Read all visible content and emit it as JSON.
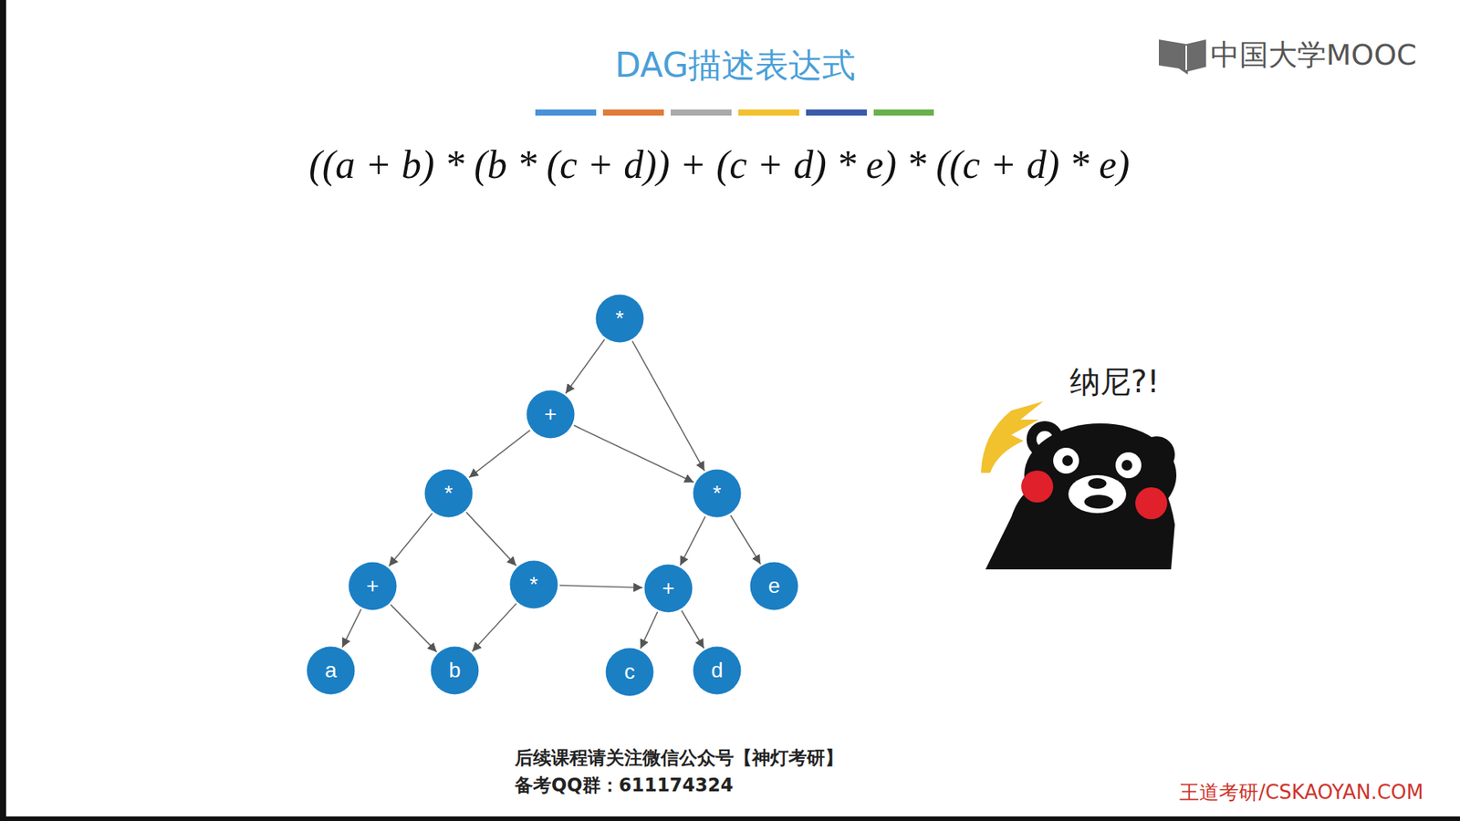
{
  "diagram": {
    "title": "DAG描述表达式",
    "nodes": [
      {
        "text": [
          "*"
        ]
      },
      {
        "text": [
          "+"
        ]
      },
      {
        "text": [
          "*"
        ]
      },
      {
        "text": [
          "*"
        ]
      },
      {
        "text": [
          "+"
        ]
      },
      {
        "text": [
          "*"
        ]
      },
      {
        "text": [
          "+"
        ]
      },
      {
        "text": [
          "e"
        ]
      },
      {
        "text": [
          "a"
        ]
      },
      {
        "text": [
          "b"
        ]
      },
      {
        "text": [
          "c"
        ]
      },
      {
        "text": [
          "d"
        ]
      }
    ],
    "edges": [
      {
        "from": 0,
        "to": 1,
        "arrow": "to"
      },
      {
        "from": 0,
        "to": 3,
        "arrow": "to"
      },
      {
        "from": 1,
        "to": 2,
        "arrow": "to"
      },
      {
        "from": 1,
        "to": 3,
        "arrow": "to"
      },
      {
        "from": 2,
        "to": 4,
        "arrow": "to"
      },
      {
        "from": 2,
        "to": 5,
        "arrow": "to"
      },
      {
        "from": 3,
        "to": 6,
        "arrow": "to"
      },
      {
        "from": 3,
        "to": 7,
        "arrow": "to"
      },
      {
        "from": 4,
        "to": 8,
        "arrow": "to"
      },
      {
        "from": 4,
        "to": 9,
        "arrow": "to"
      },
      {
        "from": 5,
        "to": 9,
        "arrow": "to"
      },
      {
        "from": 5,
        "to": 6,
        "arrow": "to"
      },
      {
        "from": 6,
        "to": 10,
        "arrow": "to"
      },
      {
        "from": 6,
        "to": 11,
        "arrow": "to"
      }
    ],
    "labels": [
      "((a + b) * (b * (c + d)) + (c + d) * e) * ((c + d) * e)",
      "纳尼?!",
      "中国大学MOOC",
      "后续课程请关注微信公众号【神灯考研】",
      "备考QQ群：611174324",
      "王道考研/CSKAOYAN.COM"
    ]
  }
}
